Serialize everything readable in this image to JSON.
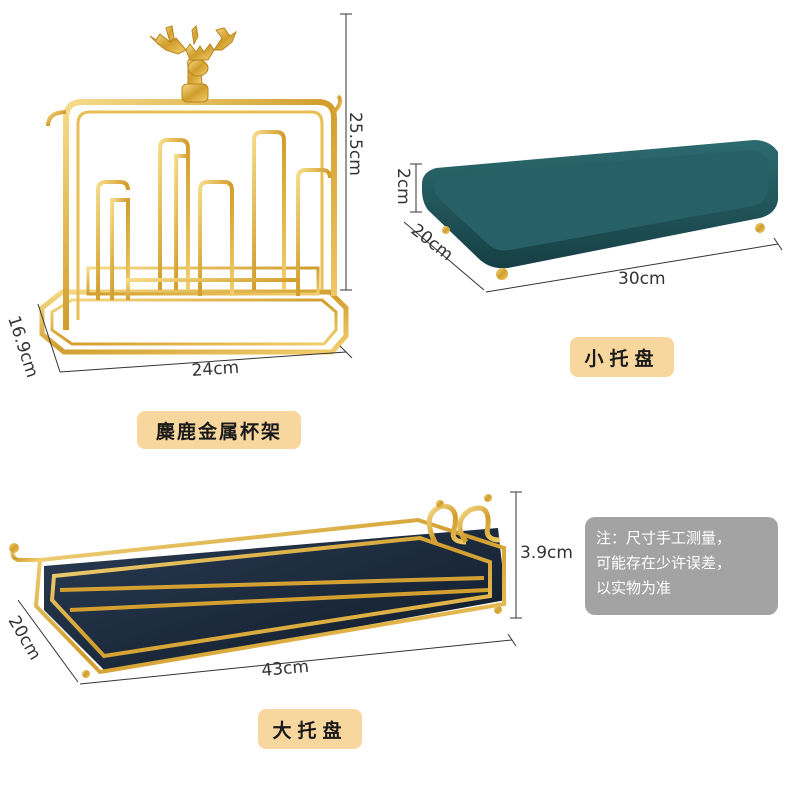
{
  "products": {
    "cup_rack": {
      "label": "麋鹿金属杯架",
      "height": "25.5cm",
      "depth": "16.9cm",
      "width": "24cm"
    },
    "small_tray": {
      "label": "小托盘",
      "height": "2cm",
      "depth": "20cm",
      "width": "30cm"
    },
    "large_tray": {
      "label": "大托盘",
      "height": "3.9cm",
      "depth": "20cm",
      "width": "43cm"
    }
  },
  "note": {
    "lines": [
      "注：尺寸手工测量，",
      "可能存在少许误差，",
      "以实物为准"
    ]
  },
  "colors": {
    "gold": "#d4a432",
    "teal": "#1f5a5e",
    "navy": "#1a2a3e",
    "badge": "#f7d79e",
    "note_bg": "#a3a3a3"
  }
}
